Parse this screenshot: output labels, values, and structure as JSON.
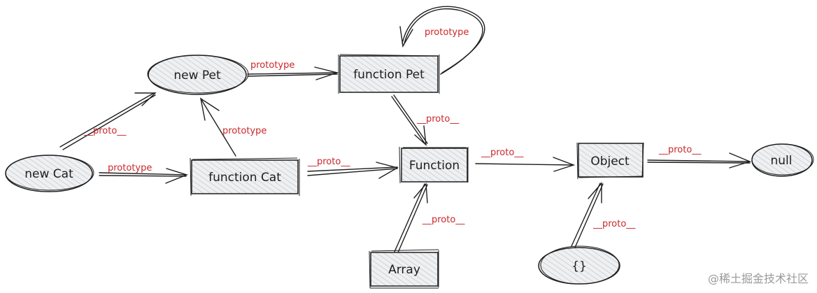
{
  "diagram": {
    "title": "Prototype chain diagram",
    "colors": {
      "stroke": "#1e1e1e",
      "fill": "#e9ecef",
      "hatch": "#b8bcc2",
      "label": "#c9272b",
      "watermark": "#9a9a9a"
    },
    "nodes": [
      {
        "id": "new-pet",
        "label": "new Pet",
        "shape": "ellipse"
      },
      {
        "id": "function-pet",
        "label": "function Pet",
        "shape": "rect"
      },
      {
        "id": "new-cat",
        "label": "new Cat",
        "shape": "ellipse"
      },
      {
        "id": "function-cat",
        "label": "function Cat",
        "shape": "rect"
      },
      {
        "id": "function",
        "label": "Function",
        "shape": "rect"
      },
      {
        "id": "object",
        "label": "Object",
        "shape": "rect"
      },
      {
        "id": "null",
        "label": "null",
        "shape": "ellipse"
      },
      {
        "id": "array",
        "label": "Array",
        "shape": "rect"
      },
      {
        "id": "object-literal",
        "label": "{}",
        "shape": "ellipse"
      }
    ],
    "edges": [
      {
        "from": "new-pet",
        "to": "function-pet",
        "label": "prototype"
      },
      {
        "from": "function-pet",
        "to": "function-pet",
        "label": "prototype"
      },
      {
        "from": "new-cat",
        "to": "new-pet",
        "label": "__proto__"
      },
      {
        "from": "function-cat",
        "to": "new-pet",
        "label": "prototype"
      },
      {
        "from": "new-cat",
        "to": "function-cat",
        "label": "prototype"
      },
      {
        "from": "function-pet",
        "to": "function",
        "label": "__proto__"
      },
      {
        "from": "function-cat",
        "to": "function",
        "label": "__proto__"
      },
      {
        "from": "function",
        "to": "object",
        "label": "__proto__"
      },
      {
        "from": "object",
        "to": "null",
        "label": "__proto__"
      },
      {
        "from": "array",
        "to": "function",
        "label": "__proto__"
      },
      {
        "from": "object-literal",
        "to": "object",
        "label": "__proto__"
      }
    ]
  },
  "watermark": "@稀土掘金技术社区"
}
